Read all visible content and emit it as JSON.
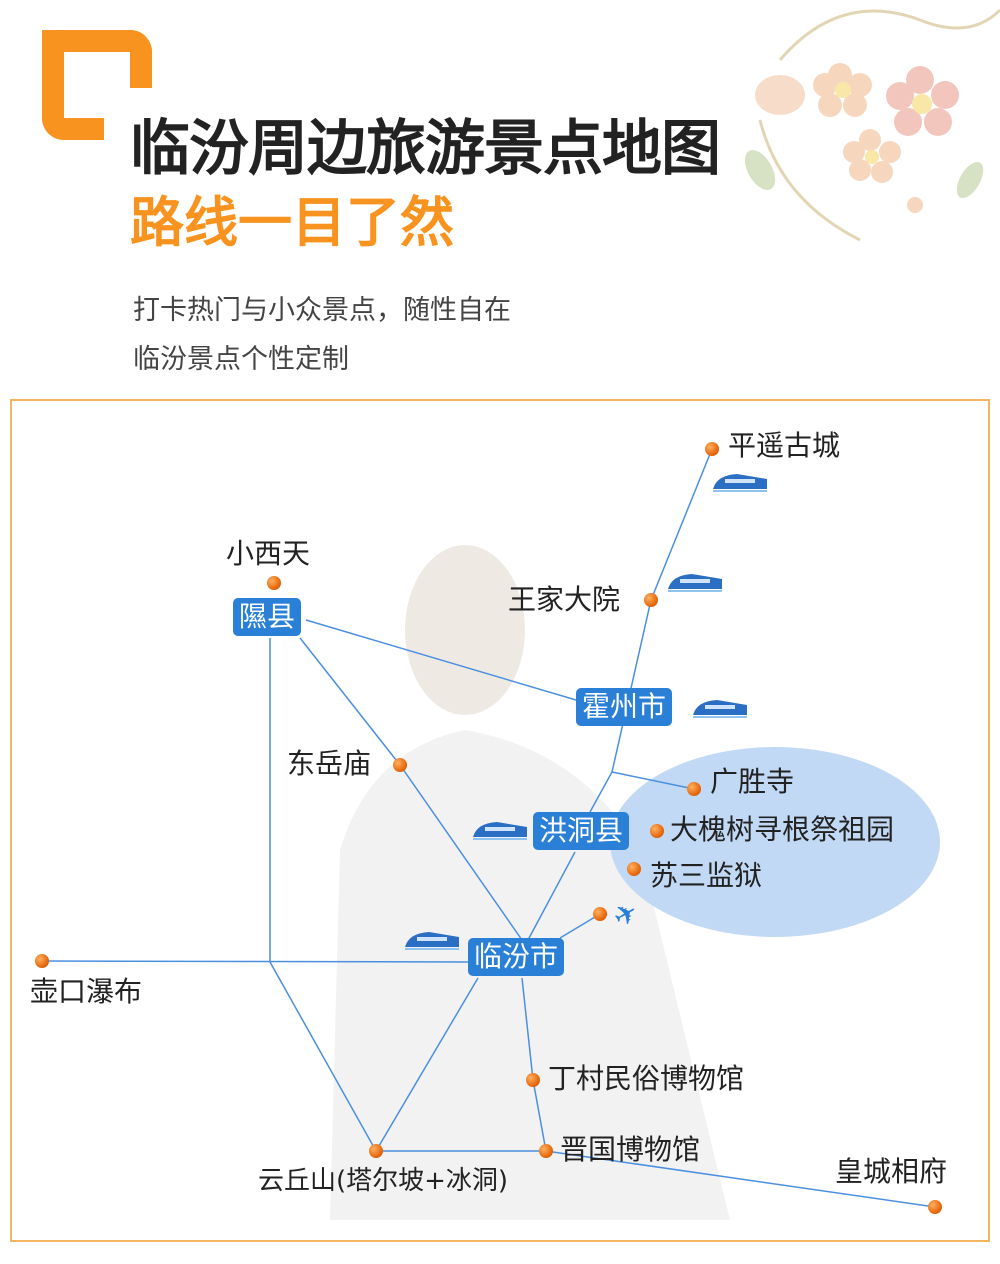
{
  "header": {
    "title": "临汾周边旅游景点地图",
    "subtitle": "路线一目了然",
    "desc_line1": "打卡热门与小众景点，随性自在",
    "desc_line2": "临汾景点个性定制"
  },
  "colors": {
    "accent": "#f7931e",
    "city_box": "#2a7fd6",
    "route_line": "#4a8fe0",
    "cluster": "#c2d9f5",
    "frame": "#f4b561"
  },
  "map": {
    "cities": {
      "xixian": "隰县",
      "huozhou": "霍州市",
      "hongtong": "洪洞县",
      "linfen": "临汾市"
    },
    "spots": {
      "pingyao": "平遥古城",
      "wangjia": "王家大院",
      "xiaoxitian": "小西天",
      "dongyue": "东岳庙",
      "guangsheng": "广胜寺",
      "dahuaishu": "大槐树寻根祭祖园",
      "susan": "苏三监狱",
      "hukou": "壶口瀑布",
      "dingcun": "丁村民俗博物馆",
      "jinguo": "晋国博物馆",
      "yunqiu": "云丘山(塔尔坡+冰洞)",
      "huangcheng": "皇城相府"
    },
    "icons": {
      "train": "high-speed-train-icon",
      "plane": "airplane-icon",
      "spot": "orange-dot-icon"
    }
  }
}
